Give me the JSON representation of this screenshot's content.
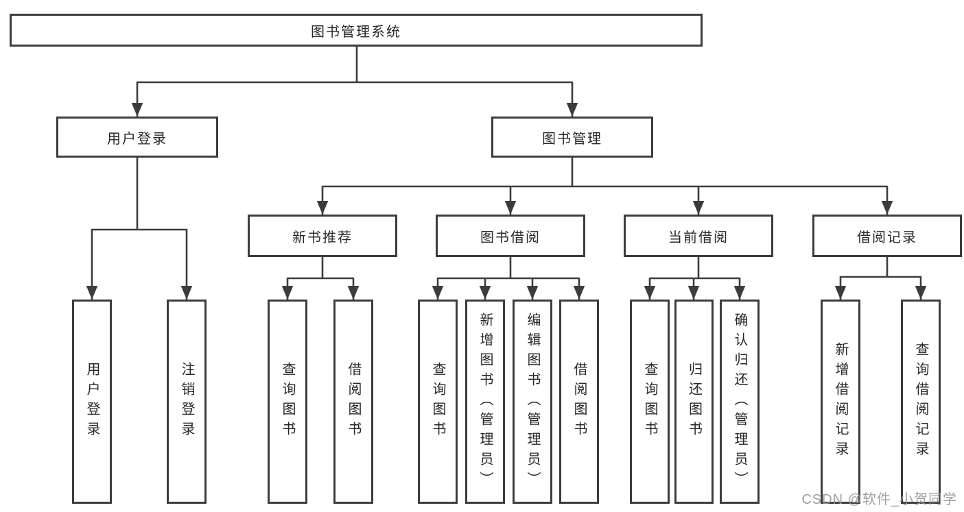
{
  "diagram": {
    "root": {
      "label": "图书管理系统"
    },
    "level2": [
      {
        "label": "用户登录"
      },
      {
        "label": "图书管理"
      }
    ],
    "level3": [
      {
        "label": "新书推荐"
      },
      {
        "label": "图书借阅"
      },
      {
        "label": "当前借阅"
      },
      {
        "label": "借阅记录"
      }
    ],
    "leaves": {
      "user_login": [
        "用户登录",
        "注销登录"
      ],
      "new_book_recommend": [
        "查询图书",
        "借阅图书"
      ],
      "book_borrowing": [
        "查询图书",
        "新增图书（管理员）",
        "编辑图书（管理员）",
        "借阅图书"
      ],
      "current_borrowing": [
        "查询图书",
        "归还图书",
        "确认归还（管理员）"
      ],
      "borrowing_records": [
        "新增借阅记录",
        "查询借阅记录"
      ]
    }
  },
  "watermark": "CSDN @软件_小贺同学",
  "colors": {
    "border": "#3c3c3e",
    "line": "#3c3c3e",
    "text": "#28282a",
    "watermark": "#949699",
    "background": "#ffffff"
  }
}
